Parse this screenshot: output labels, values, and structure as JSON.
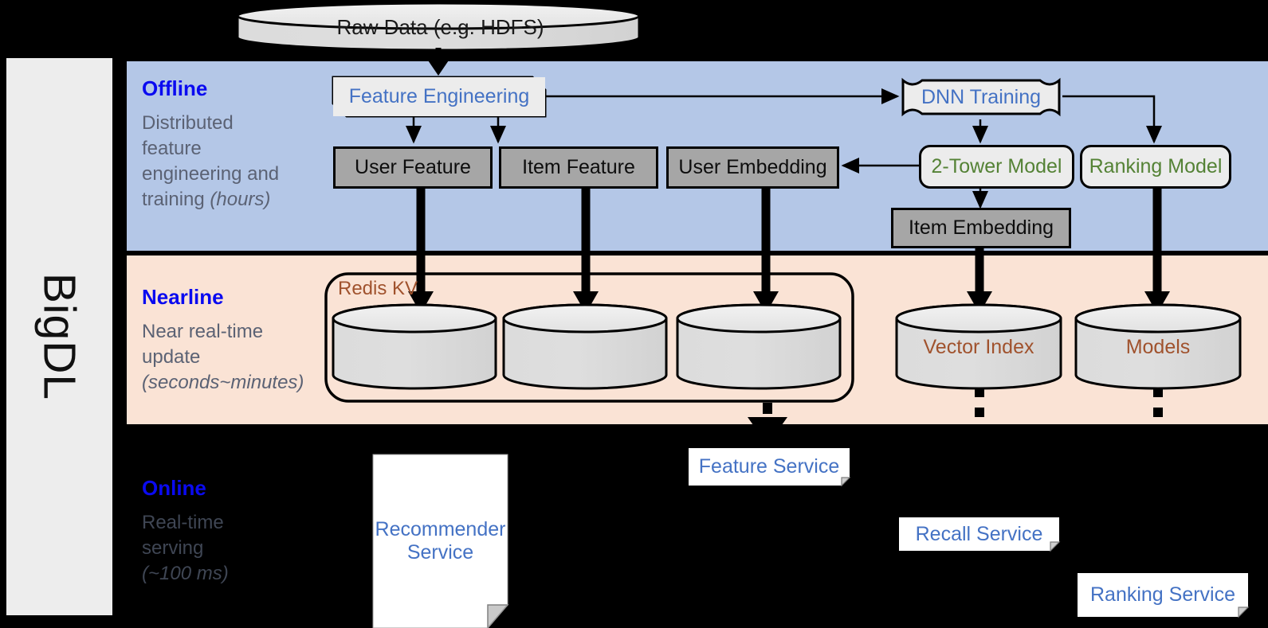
{
  "diagram": {
    "framework_name": "BigDL",
    "source": {
      "label": "Raw Data (e.g. HDFS)",
      "shape": "cylinder"
    }
  },
  "bands": [
    {
      "id": "offline",
      "title": "Offline",
      "description_lines": [
        "Distributed",
        "feature",
        "engineering and",
        "training "
      ],
      "description_emphasis": "(hours)",
      "background": "#b4c7e7"
    },
    {
      "id": "nearline",
      "title": "Nearline",
      "description_lines": [
        "Near real-time",
        "update "
      ],
      "description_emphasis": "(seconds~minutes)",
      "background": "#fae3d5"
    },
    {
      "id": "online",
      "title": "Online",
      "description_lines": [
        "Real-time",
        "serving "
      ],
      "description_emphasis": "(~100 ms)",
      "background": "#000000"
    }
  ],
  "offline": {
    "feature_engineering": {
      "label": "Feature Engineering",
      "shape": "folded-doc",
      "text_color": "#4472c4"
    },
    "dnn_training": {
      "label": "DNN Training",
      "shape": "notched",
      "text_color": "#4472c4"
    },
    "user_feature": {
      "label": "User Feature",
      "shape": "rect",
      "fill": "#a6a6a6"
    },
    "item_feature": {
      "label": "Item Feature",
      "shape": "rect",
      "fill": "#a6a6a6"
    },
    "user_embedding": {
      "label": "User Embedding",
      "shape": "rect",
      "fill": "#a6a6a6"
    },
    "item_embedding": {
      "label": "Item Embedding",
      "shape": "rect",
      "fill": "#a6a6a6"
    },
    "two_tower_model": {
      "label": "2-Tower Model",
      "shape": "rounded-rect",
      "text_color": "#548235"
    },
    "ranking_model": {
      "label": "Ranking Model",
      "shape": "rounded-rect",
      "text_color": "#548235"
    }
  },
  "nearline": {
    "redis_group": {
      "label": "Redis KV",
      "text_color": "#A0522D"
    },
    "stores": [
      {
        "label": "",
        "shape": "cylinder"
      },
      {
        "label": "",
        "shape": "cylinder"
      },
      {
        "label": "",
        "shape": "cylinder"
      }
    ],
    "vector_index": {
      "label": "Vector Index",
      "shape": "cylinder",
      "text_color": "#A0522D"
    },
    "models": {
      "label": "Models",
      "shape": "cylinder",
      "text_color": "#A0522D"
    }
  },
  "online": {
    "recommender_service": {
      "label_line1": "Recommender",
      "label_line2": "Service"
    },
    "feature_service": {
      "label": "Feature Service"
    },
    "recall_service": {
      "label": "Recall Service"
    },
    "ranking_service": {
      "label": "Ranking Service"
    }
  },
  "colors": {
    "offline_band": "#b4c7e7",
    "nearline_band": "#fae3d5",
    "online_band": "#000000",
    "band_title": "#0a0aF0",
    "band_desc": "#5b6274",
    "model_green": "#548235",
    "link_blue": "#4472c4",
    "store_brown": "#A0522D",
    "gray_fill": "#a6a6a6",
    "sidebar_fill": "#ededed"
  }
}
